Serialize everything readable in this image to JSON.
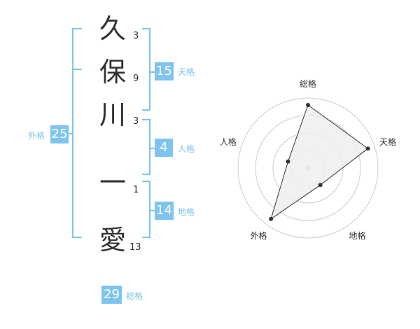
{
  "name": {
    "chars": [
      {
        "char": "久",
        "strokes": "3"
      },
      {
        "char": "保",
        "strokes": "9"
      },
      {
        "char": "川",
        "strokes": "3"
      },
      {
        "char": "一",
        "strokes": "1"
      },
      {
        "char": "愛",
        "strokes": "13"
      }
    ]
  },
  "kakusu": {
    "tenkaku": {
      "value": "15",
      "label": "天格"
    },
    "jinkaku": {
      "value": "4",
      "label": "人格"
    },
    "chikaku": {
      "value": "14",
      "label": "地格"
    },
    "gaikaku": {
      "value": "25",
      "label": "外格"
    },
    "soukaku": {
      "value": "29",
      "label": "総格"
    }
  },
  "colors": {
    "accent": "#7ec4ee",
    "text": "#333333",
    "ring": "#cccccc",
    "polygon_fill": "#eeeeee",
    "polygon_stroke": "#333333",
    "center_dot": "#cccccc"
  },
  "chart_data": {
    "type": "radar",
    "axes": [
      "総格",
      "天格",
      "地格",
      "外格",
      "人格"
    ],
    "values": [
      0.9,
      0.9,
      0.3,
      0.9,
      0.3
    ],
    "range": [
      0,
      1
    ],
    "rings": 4
  }
}
